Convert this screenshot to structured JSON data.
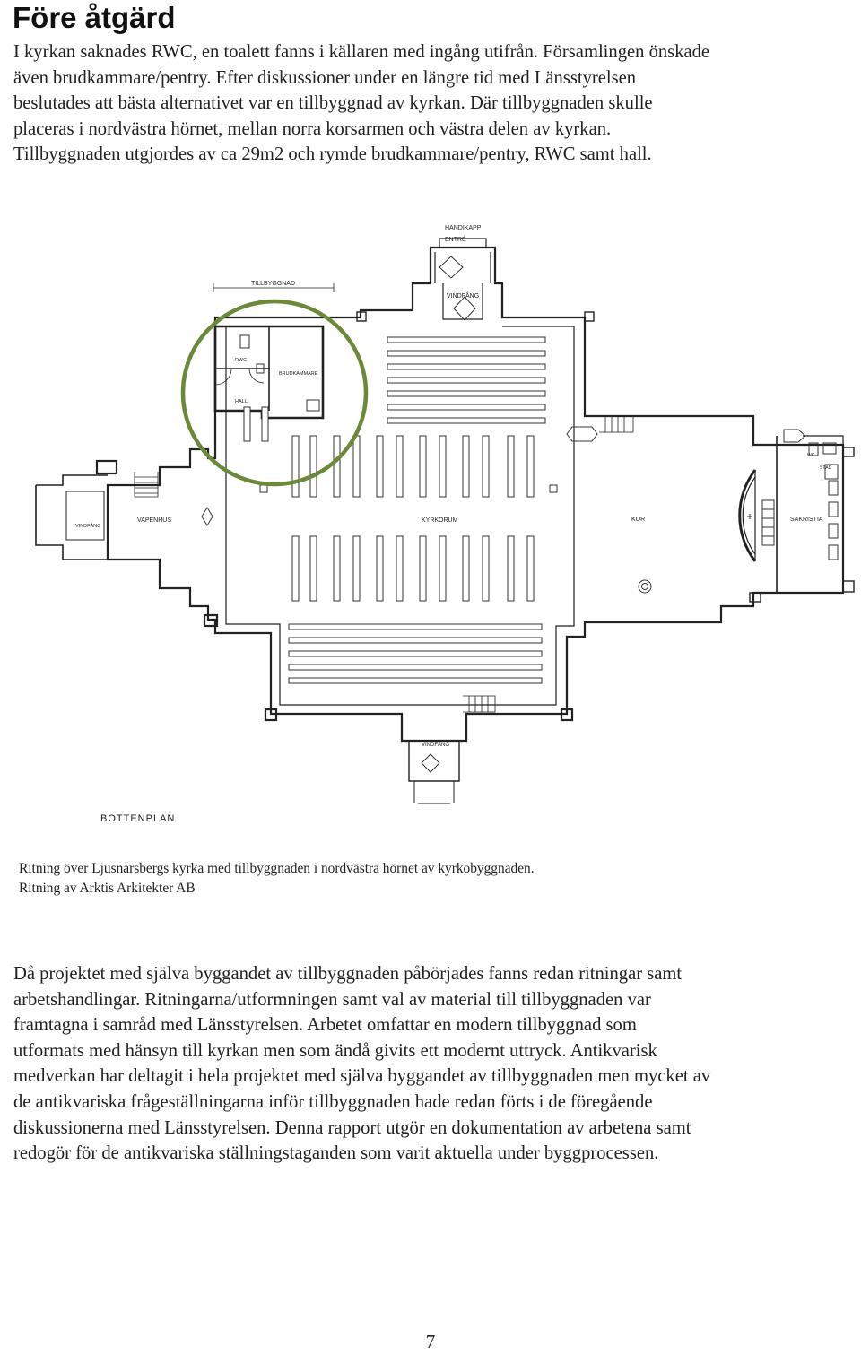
{
  "heading": "Före åtgärd",
  "intro_lines": [
    "I kyrkan saknades RWC, en toalett fanns i källaren med ingång utifrån. Församlingen önskade",
    "även brudkammare/pentry. Efter diskussioner under en längre tid med Länsstyrelsen",
    "beslutades att bästa alternativet var en tillbyggnad av kyrkan. Där tillbyggnaden skulle",
    "placeras i nordvästra hörnet, mellan norra korsarmen och västra delen av kyrkan.",
    "Tillbyggnaden utgjordes av ca 29m2 och rymde brudkammare/pentry, RWC samt hall."
  ],
  "plan": {
    "labels": {
      "handikapp": "HANDIKAPP",
      "entre": "ENTRÉ",
      "tillbyggnad": "TILLBYGGNAD",
      "vindfang_north": "VINDFÅNG",
      "rwc": "RWC",
      "brudkammare": "BRUDKAMMARE",
      "hall": "HALL",
      "vindfang_west": "VINDFÅNG",
      "vapenhus": "VAPENHUS",
      "kyrkorum": "KYRKORUM",
      "kor": "KOR",
      "sakristia": "SAKRISTIA",
      "wc": "WC",
      "stad": "STÄD",
      "vindfang_south": "VINDFÅNG",
      "bottenplan": "BOTTENPLAN"
    },
    "highlight_color": "#6a8a3a",
    "line_color": "#222222"
  },
  "caption_lines": [
    "Ritning över Ljusnarsbergs kyrka med tillbyggnaden i nordvästra hörnet av kyrkobyggnaden.",
    "Ritning av Arktis Arkitekter AB"
  ],
  "body_lines": [
    "Då projektet med själva byggandet av tillbyggnaden påbörjades fanns redan ritningar samt",
    "arbetshandlingar. Ritningarna/utformningen samt val av material till tillbyggnaden var",
    "framtagna i samråd med Länsstyrelsen. Arbetet omfattar en modern tillbyggnad som",
    "utformats med hänsyn till kyrkan men som ändå givits ett modernt uttryck. Antikvarisk",
    "medverkan har deltagit i hela projektet med själva byggandet av tillbyggnaden men mycket av",
    "de antikvariska frågeställningarna inför tillbyggnaden hade redan förts i de föregående",
    "diskussionerna med Länsstyrelsen. Denna rapport utgör en dokumentation av arbetena samt",
    "redogör för de antikvariska ställningstaganden som varit aktuella under byggprocessen."
  ],
  "page_number": "7"
}
